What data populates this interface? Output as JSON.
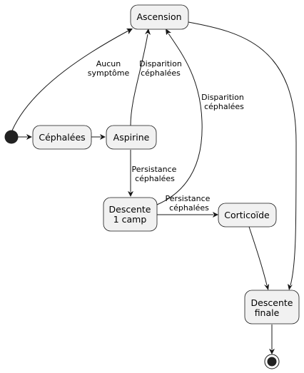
{
  "states": {
    "ascension": "Ascension",
    "cephalees": "Céphalées",
    "aspirine": "Aspirine",
    "descente_camp": [
      "Descente",
      "1 camp"
    ],
    "corticoide": "Corticoïde",
    "descente_finale": [
      "Descente",
      "finale"
    ]
  },
  "transitions": {
    "start_to_ascension": [
      "Aucun",
      "symptôme"
    ],
    "aspirine_to_ascension": [
      "Disparition",
      "céphalées"
    ],
    "camp_to_ascension": [
      "Disparition",
      "céphalées"
    ],
    "aspirine_to_camp": [
      "Persistance",
      "céphalées"
    ],
    "camp_to_corticoide": [
      "Persistance",
      "céphalées"
    ]
  },
  "colors": {
    "state_fill": "#f1f1f1",
    "stroke": "#181818",
    "initial": "#222222"
  }
}
